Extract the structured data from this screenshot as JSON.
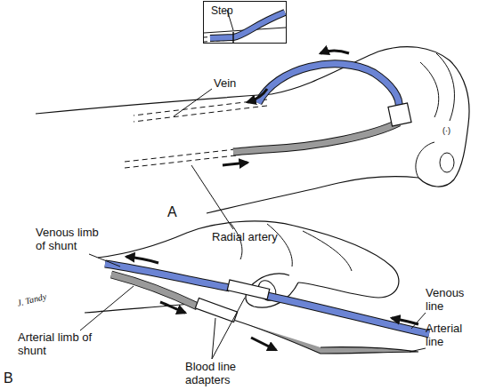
{
  "diagram": {
    "nodes": [
      {
        "text": [
          "Step"
        ]
      }
    ],
    "labels": [
      "Vein",
      "Radial artery",
      "A",
      "Venous limb of shunt",
      "Arterial limb of shunt",
      "J. Tandy",
      "Venous line",
      "Blood line adapters",
      "Arterial line",
      "B"
    ]
  }
}
